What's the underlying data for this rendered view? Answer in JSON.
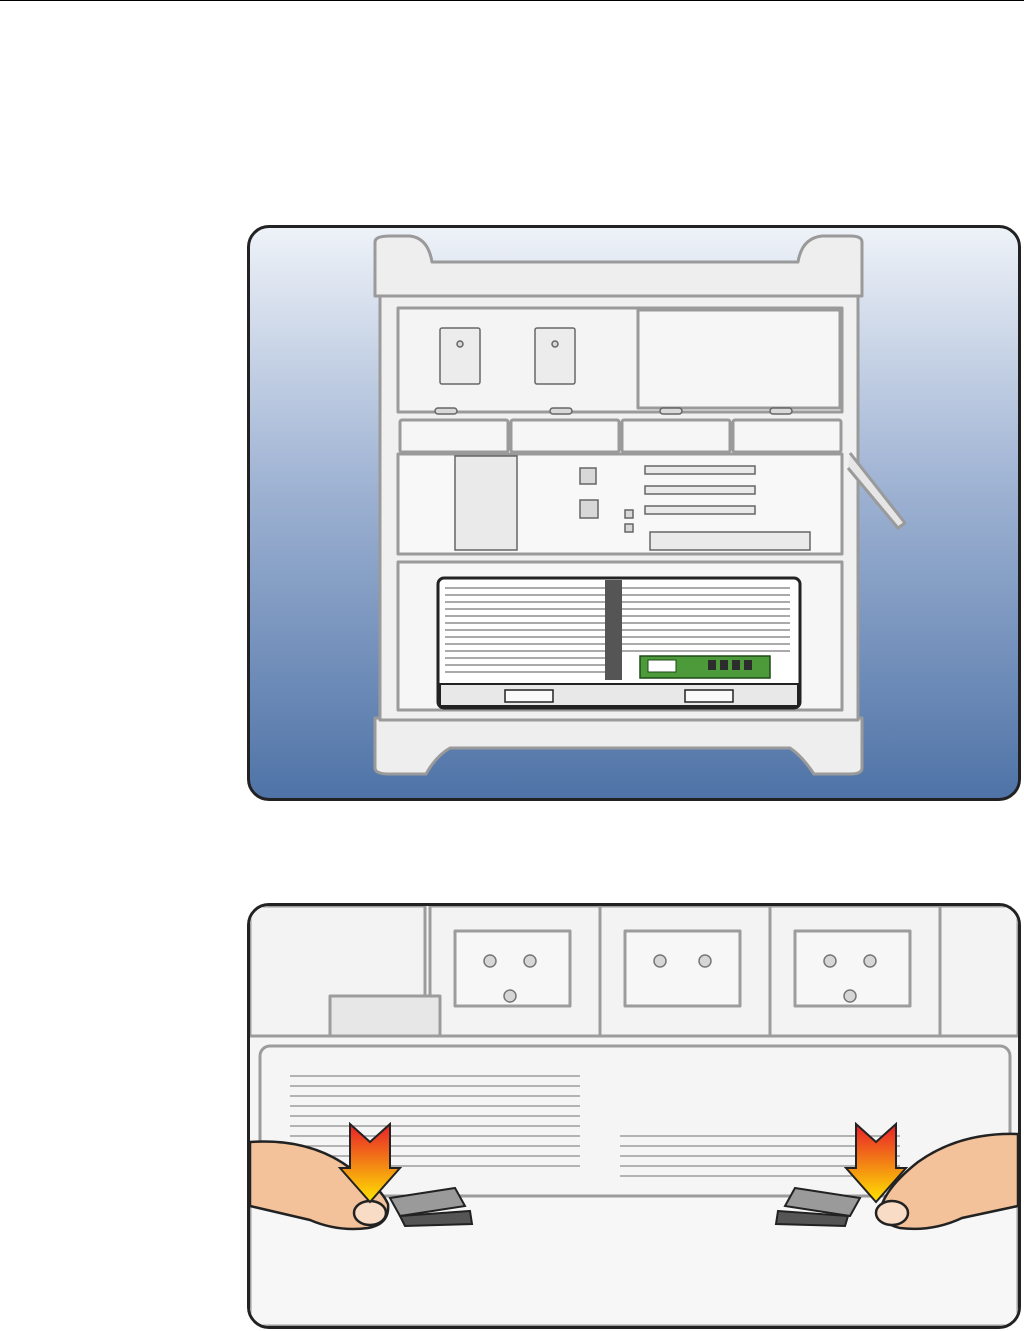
{
  "document": {
    "figures": [
      {
        "id": "figure-1",
        "description_icon": "mac-pro-side-view-illustration"
      },
      {
        "id": "figure-2",
        "description_icon": "processor-tray-latches-illustration"
      }
    ],
    "colors": {
      "panel_gradient_top": "#eef2f8",
      "panel_gradient_bottom": "#4f73a7",
      "frame_border": "#222222",
      "arrow_red": "#e8202a",
      "arrow_yellow": "#ffe400",
      "finger_skin": "#f3c29a",
      "memory_green": "#4c9a3a"
    }
  }
}
